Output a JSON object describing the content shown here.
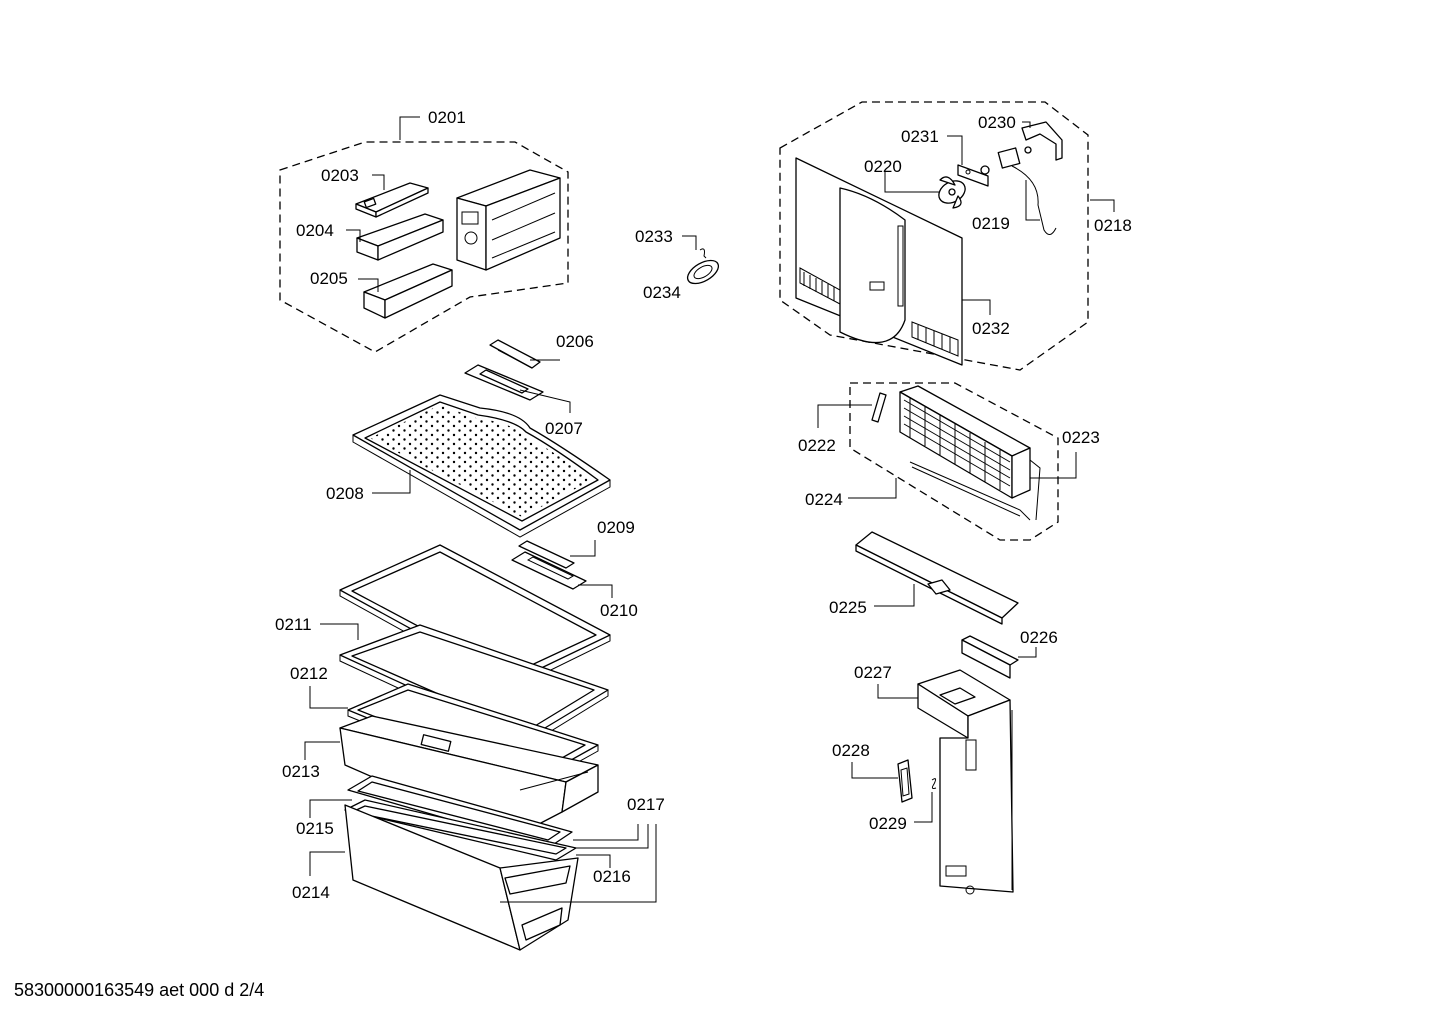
{
  "parts": [
    "0201",
    "0203",
    "0204",
    "0205",
    "0206",
    "0207",
    "0208",
    "0209",
    "0210",
    "0211",
    "0212",
    "0213",
    "0214",
    "0215",
    "0216",
    "0217",
    "0218",
    "0219",
    "0220",
    "0222",
    "0223",
    "0224",
    "0225",
    "0226",
    "0227",
    "0228",
    "0229",
    "0230",
    "0231",
    "0232",
    "0233",
    "0234"
  ],
  "footer": "58300000163549 aet 000 d 2/4"
}
